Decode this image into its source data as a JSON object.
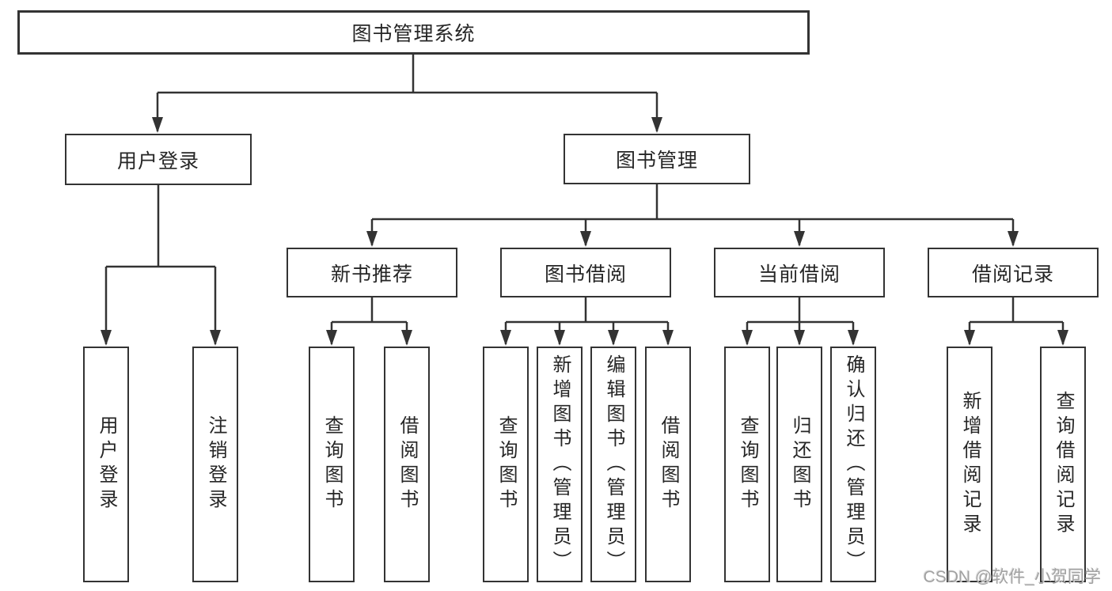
{
  "title": "图书管理系统",
  "watermark": {
    "text": "CSDN @软件_小贺同学"
  },
  "colors": {
    "line": "#333333",
    "box_border": "#333333",
    "text": "#262626",
    "background": "#ffffff",
    "watermark": "#a2a2a2"
  },
  "tree": {
    "root": {
      "label": "图书管理系统"
    },
    "groups": [
      {
        "label": "用户登录",
        "leaves": [
          "用户登录",
          "注销登录"
        ]
      },
      {
        "label": "图书管理",
        "subgroups": [
          {
            "label": "新书推荐",
            "leaves": [
              "查询图书",
              "借阅图书"
            ]
          },
          {
            "label": "图书借阅",
            "leaves": [
              "查询图书",
              "新增图书（管理员）",
              "编辑图书（管理员）",
              "借阅图书"
            ]
          },
          {
            "label": "当前借阅",
            "leaves": [
              "查询图书",
              "归还图书",
              "确认归还（管理员）"
            ]
          },
          {
            "label": "借阅记录",
            "leaves": [
              "新增借阅记录",
              "查询借阅记录"
            ]
          }
        ]
      }
    ]
  }
}
